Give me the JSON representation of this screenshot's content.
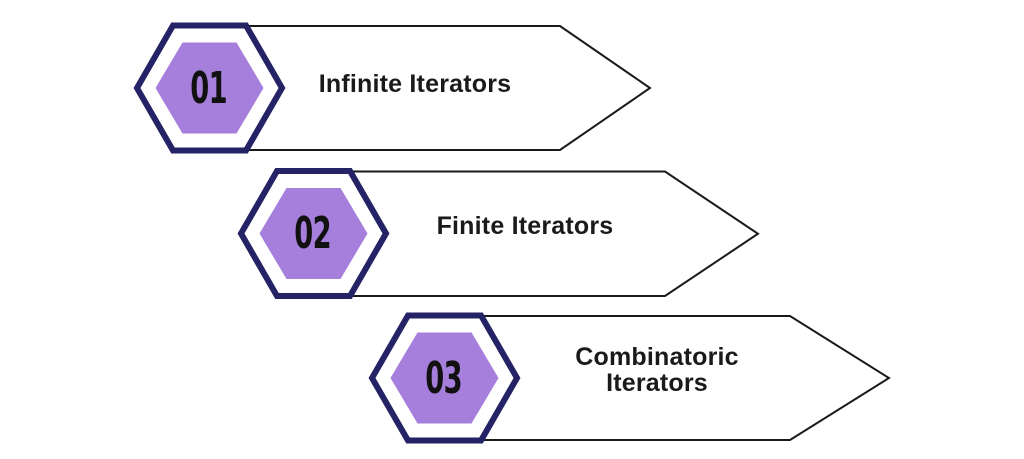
{
  "colors": {
    "purple": "#A57FDB",
    "navy": "#232366",
    "outline": "#1A1A1A",
    "text": "#1A1A1A",
    "background": "#FFFFFF"
  },
  "steps": [
    {
      "number": "01",
      "label": "Infinite Iterators"
    },
    {
      "number": "02",
      "label": "Finite Iterators"
    },
    {
      "number": "03",
      "label": "Combinatoric Iterators"
    }
  ]
}
